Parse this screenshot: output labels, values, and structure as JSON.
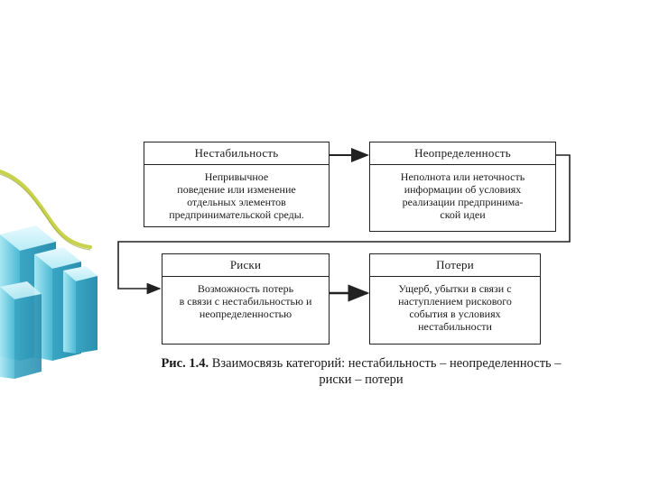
{
  "boxes": [
    {
      "title": "Нестабильность",
      "text": "Непривычное\nповедение или изменение\nотдельных элементов\nпредпринимательской среды."
    },
    {
      "title": "Неопределенность",
      "text": "Неполнота или неточность\nинформации об условиях\nреализации предпринима-\nской идеи"
    },
    {
      "title": "Риски",
      "text": "Возможность потерь\nв связи с нестабильностью и\nнеопределенностью"
    },
    {
      "title": "Потери",
      "text": "Ущерб, убытки в связи с\nнаступлением рискового\nсобытия в условиях\nнестабильности"
    }
  ],
  "caption": {
    "label": "Рис. 1.4.",
    "text": " Взаимосвязь категорий: нестабильность – неопределенность –",
    "line2": "риски – потери"
  },
  "colors": {
    "accent_bar": "#5fc8de",
    "curve": "#c8d24a",
    "line": "#222222"
  }
}
